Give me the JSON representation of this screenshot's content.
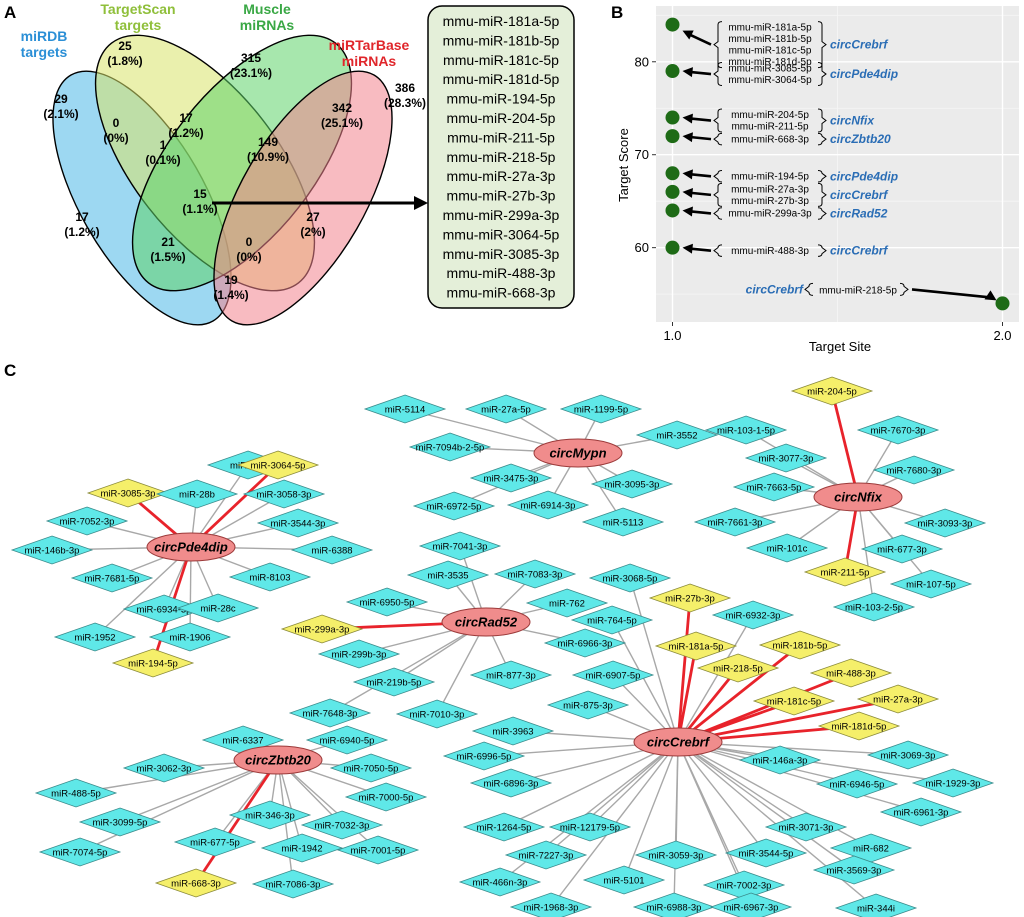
{
  "panels": {
    "a": "A",
    "b": "B",
    "c": "C"
  },
  "venn": {
    "sets": [
      {
        "name": "miRDB\ntargets",
        "color": "#2b8fd6",
        "fill": "#4cb8e8"
      },
      {
        "name": "TargetScan\ntargets",
        "color": "#8fbf3a",
        "fill": "#d9e36a"
      },
      {
        "name": "Muscle\nmiRNAs",
        "color": "#3aa845",
        "fill": "#5ed36a"
      },
      {
        "name": "miRTarBase\nmiRNAs",
        "color": "#e0262b",
        "fill": "#f2838e"
      }
    ],
    "regions": [
      {
        "id": "a",
        "count": "29",
        "pct": "(2.1%)"
      },
      {
        "id": "b",
        "count": "25",
        "pct": "(1.8%)"
      },
      {
        "id": "c",
        "count": "315",
        "pct": "(23.1%)"
      },
      {
        "id": "d",
        "count": "386",
        "pct": "(28.3%)"
      },
      {
        "id": "ab",
        "count": "0",
        "pct": "(0%)"
      },
      {
        "id": "bc",
        "count": "17",
        "pct": "(1.2%)"
      },
      {
        "id": "cd",
        "count": "342",
        "pct": "(25.1%)"
      },
      {
        "id": "abc",
        "count": "1",
        "pct": "(0.1%)"
      },
      {
        "id": "bcd",
        "count": "149",
        "pct": "(10.9%)"
      },
      {
        "id": "abcd",
        "count": "15",
        "pct": "(1.1%)"
      },
      {
        "id": "ac",
        "count": "17",
        "pct": "(1.2%)"
      },
      {
        "id": "bd",
        "count": "27",
        "pct": "(2%)"
      },
      {
        "id": "acd",
        "count": "21",
        "pct": "(1.5%)"
      },
      {
        "id": "abd",
        "count": "0",
        "pct": "(0%)"
      },
      {
        "id": "ad",
        "count": "19",
        "pct": "(1.4%)"
      }
    ],
    "list": [
      "mmu-miR-181a-5p",
      "mmu-miR-181b-5p",
      "mmu-miR-181c-5p",
      "mmu-miR-181d-5p",
      "mmu-miR-194-5p",
      "mmu-miR-204-5p",
      "mmu-miR-211-5p",
      "mmu-miR-218-5p",
      "mmu-miR-27a-3p",
      "mmu-miR-27b-3p",
      "mmu-miR-299a-3p",
      "mmu-miR-3064-5p",
      "mmu-miR-3085-3p",
      "mmu-miR-488-3p",
      "mmu-miR-668-3p"
    ]
  },
  "chart_data": {
    "type": "scatter",
    "xlabel": "Target Site",
    "ylabel": "Target Score",
    "xlim": [
      0.95,
      2.05
    ],
    "ylim": [
      52,
      86
    ],
    "xticks": [
      "1.0",
      "2.0"
    ],
    "yticks": [
      "60",
      "70",
      "80"
    ],
    "grid": true,
    "points": [
      {
        "x": 1,
        "y": 84,
        "mirnas": [
          "mmu-miR-181a-5p",
          "mmu-miR-181b-5p",
          "mmu-miR-181c-5p",
          "mmu-miR-181d-5p"
        ],
        "circ": "circCrebrf"
      },
      {
        "x": 1,
        "y": 79,
        "mirnas": [
          "mmu-miR-3085-5p",
          "mmu-miR-3064-5p"
        ],
        "circ": "circPde4dip"
      },
      {
        "x": 1,
        "y": 74,
        "mirnas": [
          "mmu-miR-204-5p",
          "mmu-miR-211-5p"
        ],
        "circ": "circNfix"
      },
      {
        "x": 1,
        "y": 72,
        "mirnas": [
          "mmu-miR-668-3p"
        ],
        "circ": "circZbtb20"
      },
      {
        "x": 1,
        "y": 68,
        "mirnas": [
          "mmu-miR-194-5p"
        ],
        "circ": "circPde4dip"
      },
      {
        "x": 1,
        "y": 66,
        "mirnas": [
          "mmu-miR-27a-3p",
          "mmu-miR-27b-3p"
        ],
        "circ": "circCrebrf"
      },
      {
        "x": 1,
        "y": 64,
        "mirnas": [
          "mmu-miR-299a-3p"
        ],
        "circ": "circRad52"
      },
      {
        "x": 1,
        "y": 60,
        "mirnas": [
          "mmu-miR-488-3p"
        ],
        "circ": "circCrebrf"
      },
      {
        "x": 2,
        "y": 54,
        "mirnas": [
          "mmu-miR-218-5p"
        ],
        "circ": "circCrebrf"
      }
    ]
  },
  "network": {
    "colors": {
      "mir": "#5fe8e8",
      "highlight": "#f5ef6a",
      "circ": "#f08c8c",
      "edge": "#a8a8a8",
      "hedge": "#e8232b"
    },
    "circs": [
      {
        "id": "mypn",
        "label": "circMypn"
      },
      {
        "id": "nfix",
        "label": "circNfix"
      },
      {
        "id": "pde4dip",
        "label": "circPde4dip"
      },
      {
        "id": "rad52",
        "label": "circRad52"
      },
      {
        "id": "zbtb20",
        "label": "circZbtb20"
      },
      {
        "id": "crebrf",
        "label": "circCrebrf"
      }
    ],
    "mirs": [
      {
        "label": "miR-5114",
        "c": "mypn"
      },
      {
        "label": "miR-27a-5p",
        "c": "mypn"
      },
      {
        "label": "miR-1199-5p",
        "c": "mypn"
      },
      {
        "label": "miR-3552",
        "c": "mypn"
      },
      {
        "label": "miR-7094b-2-5p",
        "c": "mypn"
      },
      {
        "label": "miR-3475-3p",
        "c": "mypn"
      },
      {
        "label": "miR-3095-3p",
        "c": "mypn"
      },
      {
        "label": "miR-6972-5p",
        "c": "mypn"
      },
      {
        "label": "miR-6914-3p",
        "c": "mypn"
      },
      {
        "label": "miR-5113",
        "c": "mypn"
      },
      {
        "label": "miR-103-1-5p",
        "c": "nfix"
      },
      {
        "label": "miR-204-5p",
        "c": "nfix",
        "h": true
      },
      {
        "label": "miR-7670-3p",
        "c": "nfix"
      },
      {
        "label": "miR-3077-3p",
        "c": "nfix"
      },
      {
        "label": "miR-7680-3p",
        "c": "nfix"
      },
      {
        "label": "miR-7663-5p",
        "c": "nfix"
      },
      {
        "label": "miR-7661-3p",
        "c": "nfix"
      },
      {
        "label": "miR-3093-3p",
        "c": "nfix"
      },
      {
        "label": "miR-101c",
        "c": "nfix"
      },
      {
        "label": "miR-677-3p",
        "c": "nfix"
      },
      {
        "label": "miR-211-5p",
        "c": "nfix",
        "h": true
      },
      {
        "label": "miR-107-5p",
        "c": "nfix"
      },
      {
        "label": "miR-103-2-5p",
        "c": "nfix"
      },
      {
        "label": "miR-484",
        "c": "pde4dip"
      },
      {
        "label": "miR-3064-5p",
        "c": "pde4dip",
        "h": true
      },
      {
        "label": "miR-3085-3p",
        "c": "pde4dip",
        "h": true
      },
      {
        "label": "miR-28b",
        "c": "pde4dip"
      },
      {
        "label": "miR-3058-3p",
        "c": "pde4dip"
      },
      {
        "label": "miR-7052-3p",
        "c": "pde4dip"
      },
      {
        "label": "miR-3544-3p",
        "c": "pde4dip"
      },
      {
        "label": "miR-146b-3p",
        "c": "pde4dip"
      },
      {
        "label": "miR-6388",
        "c": "pde4dip"
      },
      {
        "label": "miR-7681-5p",
        "c": "pde4dip"
      },
      {
        "label": "miR-8103",
        "c": "pde4dip"
      },
      {
        "label": "miR-6934-3p",
        "c": "pde4dip"
      },
      {
        "label": "miR-28c",
        "c": "pde4dip"
      },
      {
        "label": "miR-1952",
        "c": "pde4dip"
      },
      {
        "label": "miR-1906",
        "c": "pde4dip"
      },
      {
        "label": "miR-194-5p",
        "c": "pde4dip",
        "h": true
      },
      {
        "label": "miR-7041-3p",
        "c": "rad52"
      },
      {
        "label": "miR-3535",
        "c": "rad52"
      },
      {
        "label": "miR-7083-3p",
        "c": "rad52"
      },
      {
        "label": "miR-6950-5p",
        "c": "rad52"
      },
      {
        "label": "miR-762",
        "c": "rad52"
      },
      {
        "label": "miR-299a-3p",
        "c": "rad52",
        "h": true
      },
      {
        "label": "miR-299b-3p",
        "c": "rad52"
      },
      {
        "label": "miR-6966-3p",
        "c": "rad52"
      },
      {
        "label": "miR-219b-5p",
        "c": "rad52"
      },
      {
        "label": "miR-877-3p",
        "c": "rad52"
      },
      {
        "label": "miR-7010-3p",
        "c": "rad52"
      },
      {
        "label": "miR-7648-3p",
        "c": "rad52"
      },
      {
        "label": "miR-6337",
        "c": "zbtb20"
      },
      {
        "label": "miR-6940-5p",
        "c": "zbtb20"
      },
      {
        "label": "miR-3062-3p",
        "c": "zbtb20"
      },
      {
        "label": "miR-7050-5p",
        "c": "zbtb20"
      },
      {
        "label": "miR-488-5p",
        "c": "zbtb20"
      },
      {
        "label": "miR-7000-5p",
        "c": "zbtb20"
      },
      {
        "label": "miR-3099-5p",
        "c": "zbtb20"
      },
      {
        "label": "miR-346-3p",
        "c": "zbtb20"
      },
      {
        "label": "miR-7032-3p",
        "c": "zbtb20"
      },
      {
        "label": "miR-7001-5p",
        "c": "zbtb20"
      },
      {
        "label": "miR-7074-5p",
        "c": "zbtb20"
      },
      {
        "label": "miR-677-5p",
        "c": "zbtb20"
      },
      {
        "label": "miR-1942",
        "c": "zbtb20"
      },
      {
        "label": "miR-668-3p",
        "c": "zbtb20",
        "h": true
      },
      {
        "label": "miR-7086-3p",
        "c": "zbtb20"
      },
      {
        "label": "miR-3068-5p",
        "c": "crebrf"
      },
      {
        "label": "miR-27b-3p",
        "c": "crebrf",
        "h": true
      },
      {
        "label": "miR-764-5p",
        "c": "crebrf"
      },
      {
        "label": "miR-6932-3p",
        "c": "crebrf"
      },
      {
        "label": "miR-181a-5p",
        "c": "crebrf",
        "h": true
      },
      {
        "label": "miR-181b-5p",
        "c": "crebrf",
        "h": true
      },
      {
        "label": "miR-6907-5p",
        "c": "crebrf"
      },
      {
        "label": "miR-218-5p",
        "c": "crebrf",
        "h": true
      },
      {
        "label": "miR-488-3p",
        "c": "crebrf",
        "h": true
      },
      {
        "label": "miR-875-3p",
        "c": "crebrf"
      },
      {
        "label": "miR-181c-5p",
        "c": "crebrf",
        "h": true
      },
      {
        "label": "miR-27a-3p",
        "c": "crebrf",
        "h": true
      },
      {
        "label": "miR-3963",
        "c": "crebrf"
      },
      {
        "label": "miR-181d-5p",
        "c": "crebrf",
        "h": true
      },
      {
        "label": "miR-6996-5p",
        "c": "crebrf"
      },
      {
        "label": "miR-3069-3p",
        "c": "crebrf"
      },
      {
        "label": "miR-146a-3p",
        "c": "crebrf"
      },
      {
        "label": "miR-6896-3p",
        "c": "crebrf"
      },
      {
        "label": "miR-6946-5p",
        "c": "crebrf"
      },
      {
        "label": "miR-1929-3p",
        "c": "crebrf"
      },
      {
        "label": "miR-1264-5p",
        "c": "crebrf"
      },
      {
        "label": "miR-12179-5p",
        "c": "crebrf"
      },
      {
        "label": "miR-3071-3p",
        "c": "crebrf"
      },
      {
        "label": "miR-6961-3p",
        "c": "crebrf"
      },
      {
        "label": "miR-7227-3p",
        "c": "crebrf"
      },
      {
        "label": "miR-3059-3p",
        "c": "crebrf"
      },
      {
        "label": "miR-3544-5p",
        "c": "crebrf"
      },
      {
        "label": "miR-682",
        "c": "crebrf"
      },
      {
        "label": "miR-466n-3p",
        "c": "crebrf"
      },
      {
        "label": "miR-5101",
        "c": "crebrf"
      },
      {
        "label": "miR-7002-3p",
        "c": "crebrf"
      },
      {
        "label": "miR-3569-3p",
        "c": "crebrf"
      },
      {
        "label": "miR-1968-3p",
        "c": "crebrf"
      },
      {
        "label": "miR-6988-3p",
        "c": "crebrf"
      },
      {
        "label": "miR-6967-3p",
        "c": "crebrf"
      },
      {
        "label": "miR-344i",
        "c": "crebrf"
      }
    ]
  }
}
